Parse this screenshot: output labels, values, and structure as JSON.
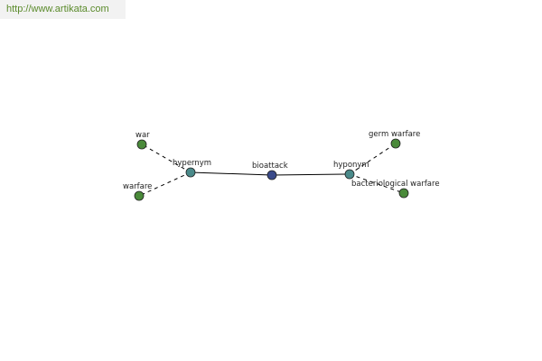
{
  "site": {
    "url": "http://www.artikata.com",
    "url_color": "#5a8a2a"
  },
  "graph": {
    "center": {
      "label": "bioattack",
      "color": "#3a4a8a"
    },
    "hypernym": {
      "label": "hypernym",
      "color": "#4a8a8a"
    },
    "hyponym": {
      "label": "hyponym",
      "color": "#4a8a8a"
    },
    "hypernyms": [
      {
        "label": "war",
        "color": "#4a8a3a"
      },
      {
        "label": "warfare",
        "color": "#4a8a3a"
      }
    ],
    "hyponyms": [
      {
        "label": "germ warfare",
        "color": "#4a8a3a"
      },
      {
        "label": "bacteriological warfare",
        "color": "#4a8a3a"
      }
    ]
  }
}
